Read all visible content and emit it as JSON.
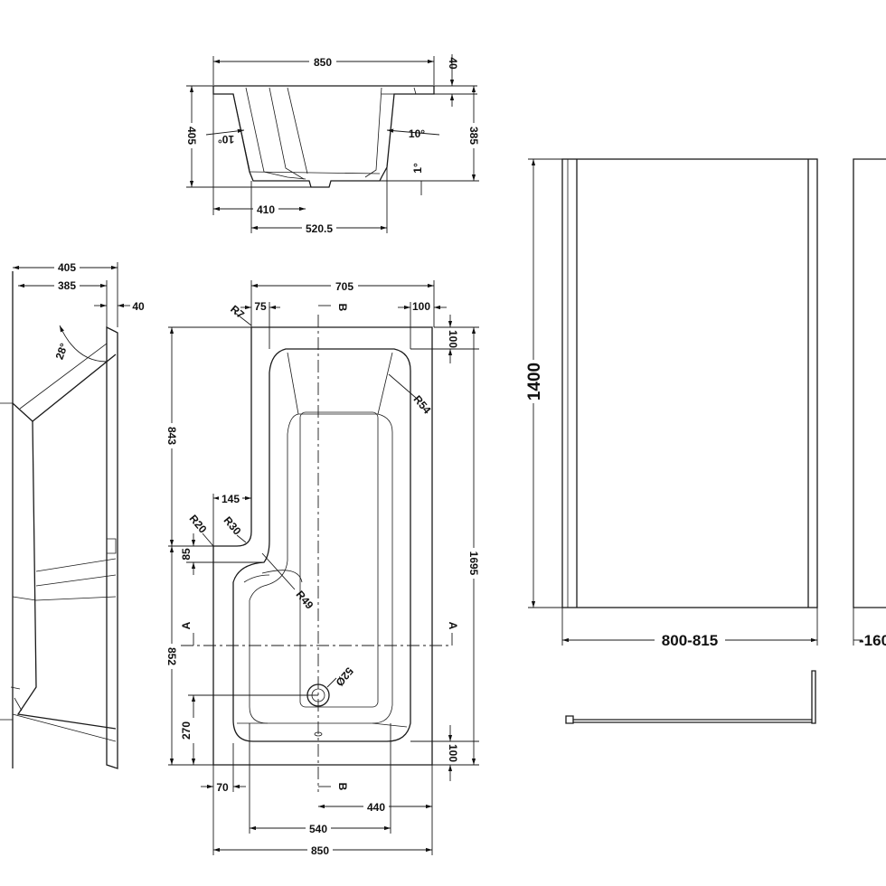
{
  "top_view": {
    "width": "850",
    "rim": "40",
    "depth_outer": "405",
    "depth_inner": "385",
    "angle_left": "10°",
    "angle_right": "10°",
    "angle_base": "1°",
    "offset_a": "410",
    "offset_b": "520.5"
  },
  "side_view": {
    "width_outer": "405",
    "width_inner": "385",
    "rim": "40",
    "angle": "28°"
  },
  "plan_view": {
    "top_width": "705",
    "left_offset": "75",
    "top_right": "100",
    "top_margin": "100",
    "corner_radius": "R7",
    "inner_radius": "R54",
    "upper_length": "843",
    "step_width": "145",
    "radius_r20": "R20",
    "radius_r30": "R30",
    "step_height": "85",
    "radius_r49": "R49",
    "total_length": "1695",
    "lower_length": "852",
    "waste": "52Ø",
    "waste_offset": "270",
    "bottom_margin": "100",
    "left_margin": "70",
    "waste_from_right": "440",
    "inner_width": "540",
    "total_width": "850",
    "section_a": "A",
    "section_b": "B"
  },
  "screen_view": {
    "height": "1400",
    "width_range": "800-815",
    "partial_label": "-160"
  }
}
